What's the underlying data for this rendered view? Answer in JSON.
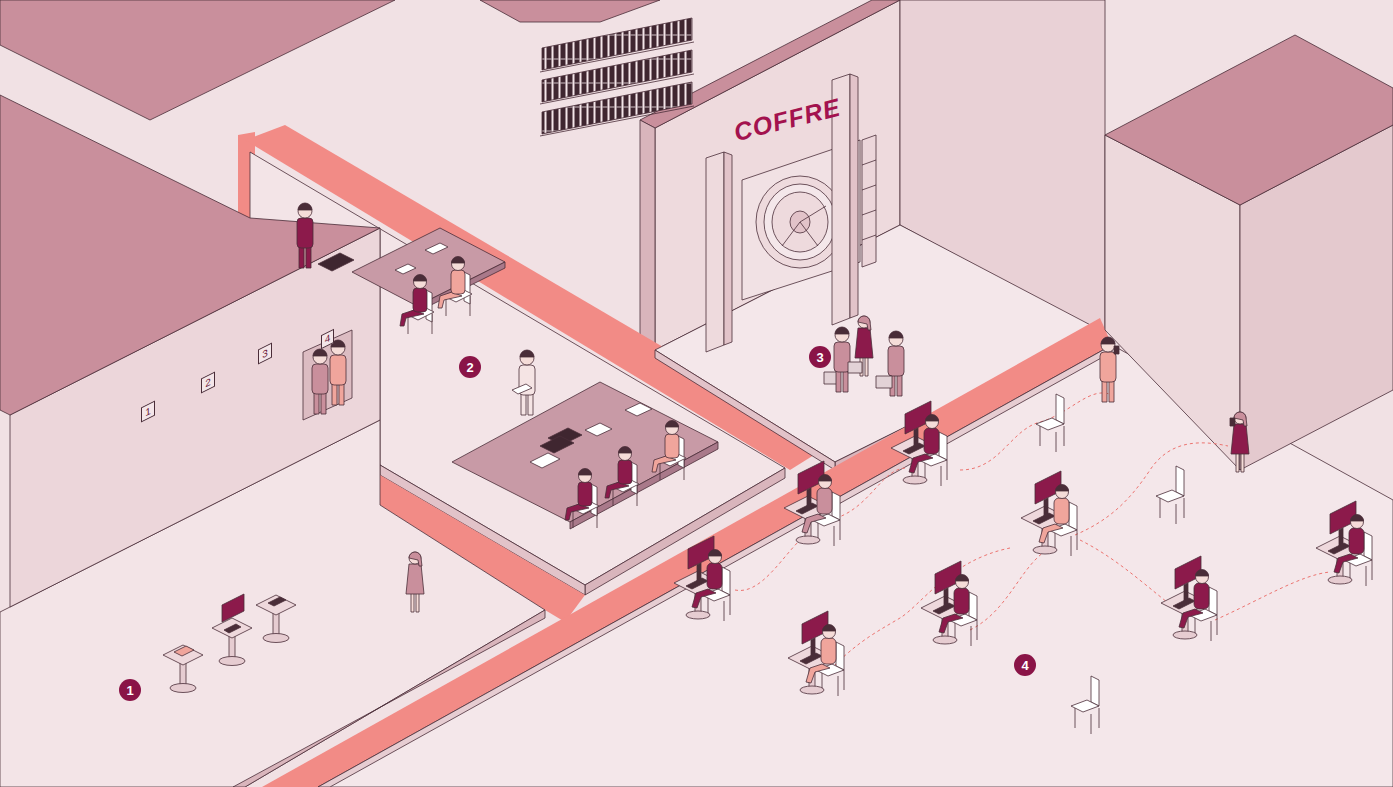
{
  "diagram": {
    "nodes": [
      {
        "text": [
          "1"
        ]
      },
      {
        "text": [
          "2"
        ]
      },
      {
        "text": [
          "3"
        ]
      },
      {
        "text": [
          "4"
        ]
      },
      {
        "text": [
          "1"
        ]
      },
      {
        "text": [
          "2"
        ]
      },
      {
        "text": [
          "3"
        ]
      },
      {
        "text": [
          "4"
        ]
      }
    ],
    "labels": [
      "COFFRE"
    ]
  }
}
